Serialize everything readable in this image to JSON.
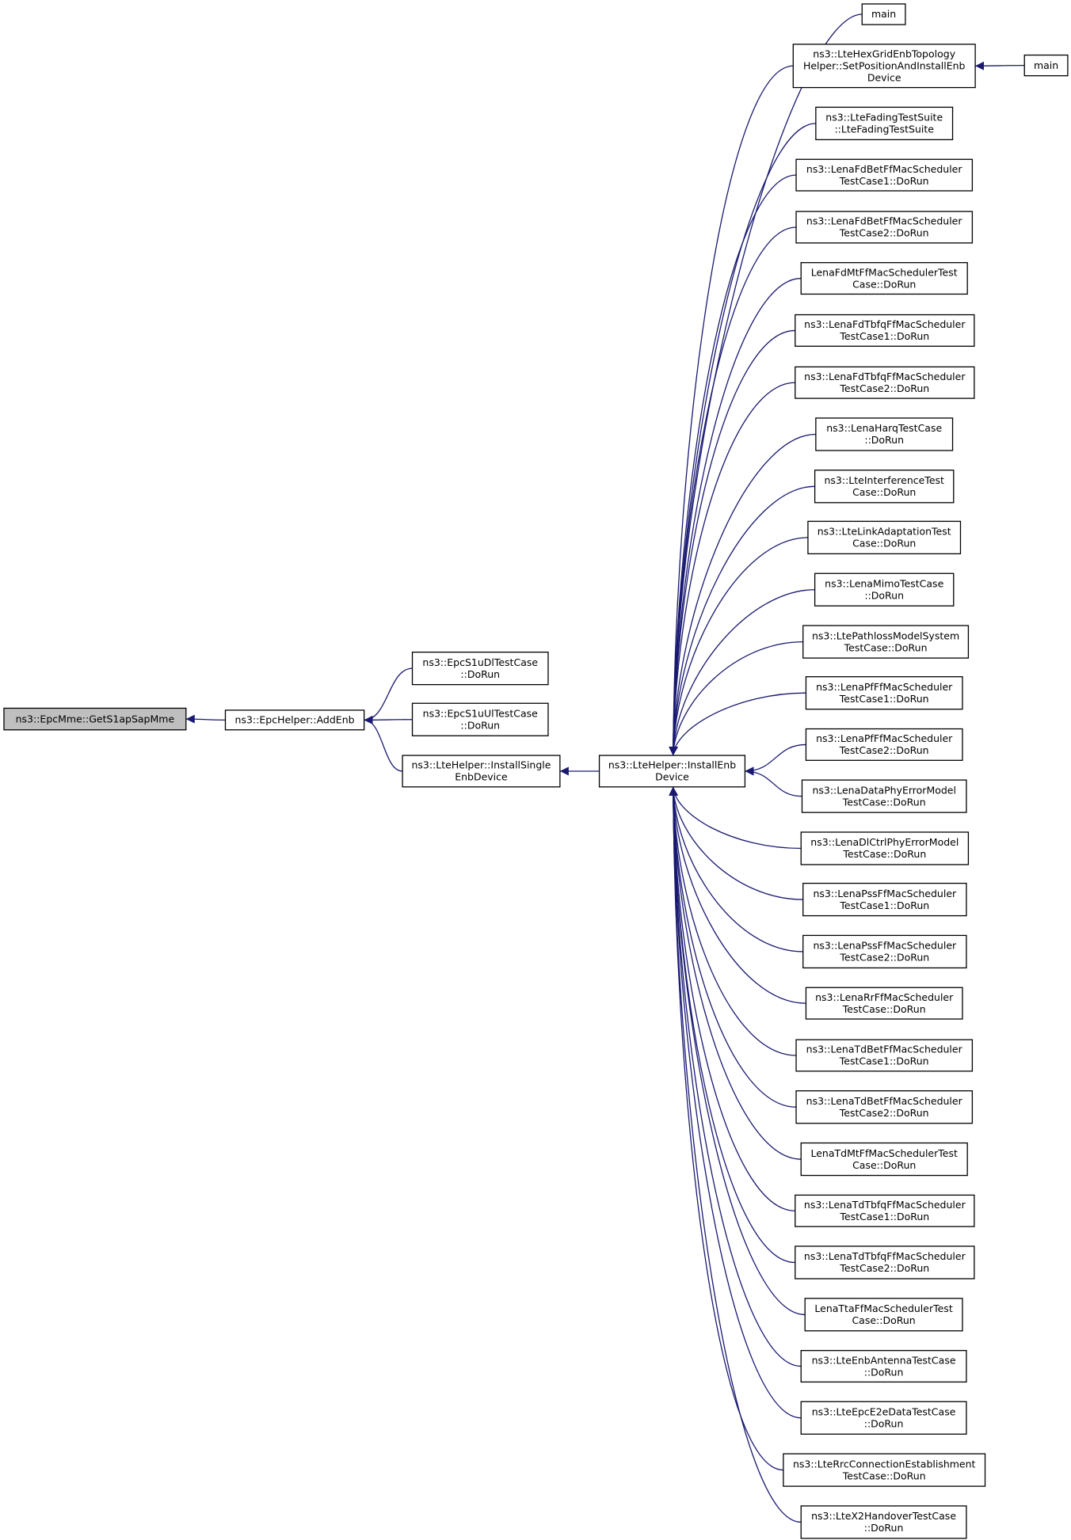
{
  "colors": {
    "edge": "#191970",
    "focus_fill": "#bfbfbf",
    "node_fill": "#ffffff",
    "border": "#000000"
  },
  "nodes": [
    {
      "id": "getS1apSapMme",
      "lines": [
        "ns3::EpcMme::GetS1apSapMme"
      ],
      "focus": true
    },
    {
      "id": "addEnb",
      "lines": [
        "ns3::EpcHelper::AddEnb"
      ]
    },
    {
      "id": "epcS1uDl",
      "lines": [
        "ns3::EpcS1uDlTestCase",
        "::DoRun"
      ]
    },
    {
      "id": "epcS1uUl",
      "lines": [
        "ns3::EpcS1uUlTestCase",
        "::DoRun"
      ]
    },
    {
      "id": "installSingle",
      "lines": [
        "ns3::LteHelper::InstallSingle",
        "EnbDevice"
      ]
    },
    {
      "id": "installEnb",
      "lines": [
        "ns3::LteHelper::InstallEnb",
        "Device"
      ]
    },
    {
      "id": "main1",
      "lines": [
        "main"
      ]
    },
    {
      "id": "hexGrid",
      "lines": [
        "ns3::LteHexGridEnbTopology",
        "Helper::SetPositionAndInstallEnb",
        "Device"
      ]
    },
    {
      "id": "main2",
      "lines": [
        "main"
      ]
    },
    {
      "id": "fadingSuite",
      "lines": [
        "ns3::LteFadingTestSuite",
        "::LteFadingTestSuite"
      ]
    },
    {
      "id": "fdBet1",
      "lines": [
        "ns3::LenaFdBetFfMacScheduler",
        "TestCase1::DoRun"
      ]
    },
    {
      "id": "fdBet2",
      "lines": [
        "ns3::LenaFdBetFfMacScheduler",
        "TestCase2::DoRun"
      ]
    },
    {
      "id": "fdMt",
      "lines": [
        "LenaFdMtFfMacSchedulerTest",
        "Case::DoRun"
      ]
    },
    {
      "id": "fdTbfq1",
      "lines": [
        "ns3::LenaFdTbfqFfMacScheduler",
        "TestCase1::DoRun"
      ]
    },
    {
      "id": "fdTbfq2",
      "lines": [
        "ns3::LenaFdTbfqFfMacScheduler",
        "TestCase2::DoRun"
      ]
    },
    {
      "id": "harq",
      "lines": [
        "ns3::LenaHarqTestCase",
        "::DoRun"
      ]
    },
    {
      "id": "interference",
      "lines": [
        "ns3::LteInterferenceTest",
        "Case::DoRun"
      ]
    },
    {
      "id": "linkAdapt",
      "lines": [
        "ns3::LteLinkAdaptationTest",
        "Case::DoRun"
      ]
    },
    {
      "id": "mimo",
      "lines": [
        "ns3::LenaMimoTestCase",
        "::DoRun"
      ]
    },
    {
      "id": "pathloss",
      "lines": [
        "ns3::LtePathlossModelSystem",
        "TestCase::DoRun"
      ]
    },
    {
      "id": "pf1",
      "lines": [
        "ns3::LenaPfFfMacScheduler",
        "TestCase1::DoRun"
      ]
    },
    {
      "id": "pf2",
      "lines": [
        "ns3::LenaPfFfMacScheduler",
        "TestCase2::DoRun"
      ]
    },
    {
      "id": "dataPhy",
      "lines": [
        "ns3::LenaDataPhyErrorModel",
        "TestCase::DoRun"
      ]
    },
    {
      "id": "dlCtrl",
      "lines": [
        "ns3::LenaDlCtrlPhyErrorModel",
        "TestCase::DoRun"
      ]
    },
    {
      "id": "pss1",
      "lines": [
        "ns3::LenaPssFfMacScheduler",
        "TestCase1::DoRun"
      ]
    },
    {
      "id": "pss2",
      "lines": [
        "ns3::LenaPssFfMacScheduler",
        "TestCase2::DoRun"
      ]
    },
    {
      "id": "rr",
      "lines": [
        "ns3::LenaRrFfMacScheduler",
        "TestCase::DoRun"
      ]
    },
    {
      "id": "tdBet1",
      "lines": [
        "ns3::LenaTdBetFfMacScheduler",
        "TestCase1::DoRun"
      ]
    },
    {
      "id": "tdBet2",
      "lines": [
        "ns3::LenaTdBetFfMacScheduler",
        "TestCase2::DoRun"
      ]
    },
    {
      "id": "tdMt",
      "lines": [
        "LenaTdMtFfMacSchedulerTest",
        "Case::DoRun"
      ]
    },
    {
      "id": "tdTbfq1",
      "lines": [
        "ns3::LenaTdTbfqFfMacScheduler",
        "TestCase1::DoRun"
      ]
    },
    {
      "id": "tdTbfq2",
      "lines": [
        "ns3::LenaTdTbfqFfMacScheduler",
        "TestCase2::DoRun"
      ]
    },
    {
      "id": "tta",
      "lines": [
        "LenaTtaFfMacSchedulerTest",
        "Case::DoRun"
      ]
    },
    {
      "id": "antenna",
      "lines": [
        "ns3::LteEnbAntennaTestCase",
        "::DoRun"
      ]
    },
    {
      "id": "epcE2e",
      "lines": [
        "ns3::LteEpcE2eDataTestCase",
        "::DoRun"
      ]
    },
    {
      "id": "rrcConn",
      "lines": [
        "ns3::LteRrcConnectionEstablishment",
        "TestCase::DoRun"
      ]
    },
    {
      "id": "x2Handover",
      "lines": [
        "ns3::LteX2HandoverTestCase",
        "::DoRun"
      ]
    }
  ],
  "edges": [
    {
      "from": "addEnb",
      "to": "getS1apSapMme"
    },
    {
      "from": "epcS1uDl",
      "to": "addEnb"
    },
    {
      "from": "epcS1uUl",
      "to": "addEnb"
    },
    {
      "from": "installSingle",
      "to": "addEnb"
    },
    {
      "from": "installEnb",
      "to": "installSingle"
    },
    {
      "from": "main2",
      "to": "hexGrid"
    },
    {
      "from": "main1",
      "to": "installEnb"
    },
    {
      "from": "hexGrid",
      "to": "installEnb"
    },
    {
      "from": "fadingSuite",
      "to": "installEnb"
    },
    {
      "from": "fdBet1",
      "to": "installEnb"
    },
    {
      "from": "fdBet2",
      "to": "installEnb"
    },
    {
      "from": "fdMt",
      "to": "installEnb"
    },
    {
      "from": "fdTbfq1",
      "to": "installEnb"
    },
    {
      "from": "fdTbfq2",
      "to": "installEnb"
    },
    {
      "from": "harq",
      "to": "installEnb"
    },
    {
      "from": "interference",
      "to": "installEnb"
    },
    {
      "from": "linkAdapt",
      "to": "installEnb"
    },
    {
      "from": "mimo",
      "to": "installEnb"
    },
    {
      "from": "pathloss",
      "to": "installEnb"
    },
    {
      "from": "pf1",
      "to": "installEnb"
    },
    {
      "from": "pf2",
      "to": "installEnb"
    },
    {
      "from": "dataPhy",
      "to": "installEnb"
    },
    {
      "from": "dlCtrl",
      "to": "installEnb"
    },
    {
      "from": "pss1",
      "to": "installEnb"
    },
    {
      "from": "pss2",
      "to": "installEnb"
    },
    {
      "from": "rr",
      "to": "installEnb"
    },
    {
      "from": "tdBet1",
      "to": "installEnb"
    },
    {
      "from": "tdBet2",
      "to": "installEnb"
    },
    {
      "from": "tdMt",
      "to": "installEnb"
    },
    {
      "from": "tdTbfq1",
      "to": "installEnb"
    },
    {
      "from": "tdTbfq2",
      "to": "installEnb"
    },
    {
      "from": "tta",
      "to": "installEnb"
    },
    {
      "from": "antenna",
      "to": "installEnb"
    },
    {
      "from": "epcE2e",
      "to": "installEnb"
    },
    {
      "from": "rrcConn",
      "to": "installEnb"
    },
    {
      "from": "x2Handover",
      "to": "installEnb"
    }
  ]
}
